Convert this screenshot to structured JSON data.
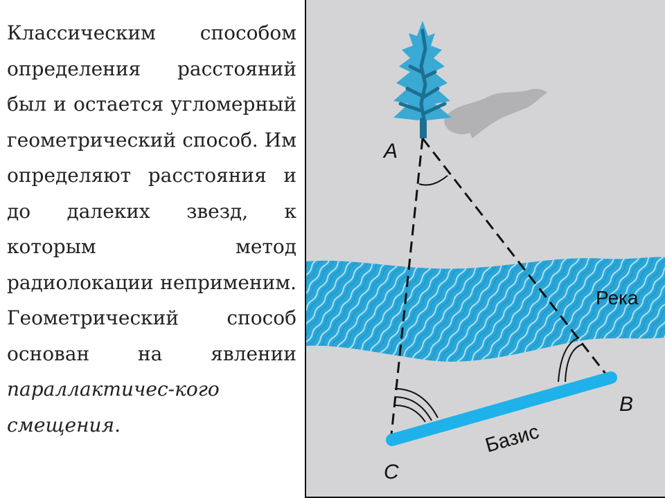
{
  "text": {
    "paragraph1": "Классическим способом определения расстояний был и остается угломерный геометрический способ. Им определяют расстояния и до далеких звезд, к которым метод радиолокации неприменим.",
    "paragraph2_lead": "Геометрический способ основан на явлении ",
    "paragraph2_em": "параллактичес-кого смещения",
    "paragraph2_end": "."
  },
  "diagram": {
    "point_a": "A",
    "point_b": "B",
    "point_c": "C",
    "river_label": "Река",
    "base_label": "Базис",
    "colors": {
      "background": "#d4d4d6",
      "river": "#2aa7d8",
      "river_light": "#bfe6f5",
      "baseline": "#1fb2ea",
      "tree": "#3aa9d3",
      "tree_dark": "#1d6f92",
      "shadow": "#b2b2b4"
    }
  }
}
